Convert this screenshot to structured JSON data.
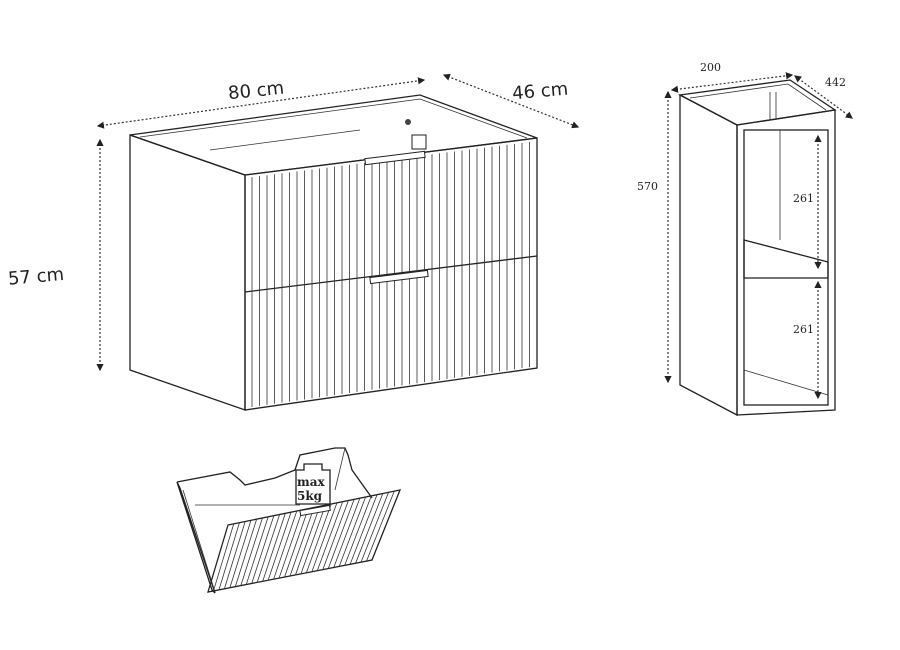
{
  "cabinet": {
    "width_label": "80 cm",
    "depth_label": "46 cm",
    "height_label": "57 cm"
  },
  "side_unit": {
    "width_label": "200",
    "depth_label": "442",
    "height_label": "570",
    "upper_shelf_label": "261",
    "lower_shelf_label": "261"
  },
  "drawer": {
    "weight_line1": "max",
    "weight_line2": "5kg"
  }
}
